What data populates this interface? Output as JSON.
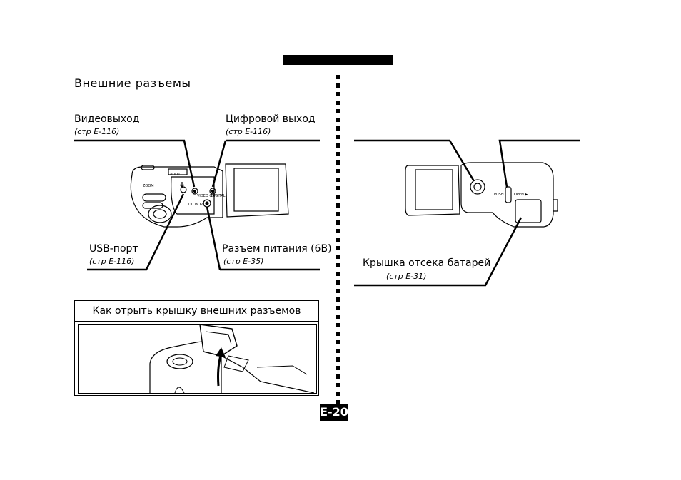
{
  "section_title": "Внешние разъемы",
  "left_diagram": {
    "video_out": {
      "label": "Видеовыход",
      "ref": "(стр E-116)"
    },
    "digital_out": {
      "label": "Цифровой выход",
      "ref": "(стр E-116)"
    },
    "usb_port": {
      "label": "USB-порт",
      "ref": "(стр E-116)"
    },
    "power_jack": {
      "label": "Разъем питания (6В)",
      "ref": "(стр  E-35)"
    }
  },
  "howto": {
    "title": "Как отрыть крышку внешних разъемов"
  },
  "right_diagram": {
    "battery_cover": {
      "label": "Крышка отсека батарей",
      "ref": "(стр  E-31)"
    }
  },
  "page_number": "E-20"
}
